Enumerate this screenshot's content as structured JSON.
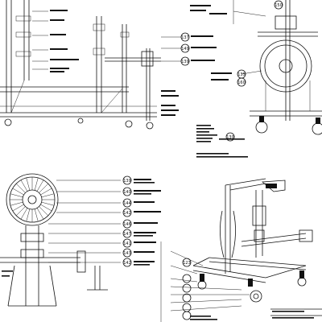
{
  "views": {
    "top_right": {
      "bubbles": [
        {
          "id": "bub-tr-top",
          "label": "150"
        },
        {
          "id": "bub-tr-mid1",
          "label": "135"
        },
        {
          "id": "bub-tr-mid2",
          "label": "160"
        },
        {
          "id": "bub-tr-low",
          "label": "130"
        }
      ]
    },
    "top_left": {
      "bubbles": [
        {
          "id": "bub-tl-1",
          "label": "137"
        },
        {
          "id": "bub-tl-2",
          "label": "149"
        },
        {
          "id": "bub-tl-3",
          "label": "139"
        }
      ]
    },
    "bottom_left": {
      "bubbles": [
        {
          "id": "bub-bl-1",
          "label": "139"
        },
        {
          "id": "bub-bl-2",
          "label": "140"
        },
        {
          "id": "bub-bl-3",
          "label": "144"
        },
        {
          "id": "bub-bl-4",
          "label": "142"
        },
        {
          "id": "bub-bl-5",
          "label": "146"
        },
        {
          "id": "bub-bl-6",
          "label": "147"
        },
        {
          "id": "bub-bl-7",
          "label": "141"
        },
        {
          "id": "bub-bl-8",
          "label": "143"
        },
        {
          "id": "bub-bl-9",
          "label": "142"
        }
      ]
    },
    "bottom_right": {
      "bubbles": [
        {
          "id": "bub-br-1",
          "label": "123"
        }
      ]
    }
  }
}
